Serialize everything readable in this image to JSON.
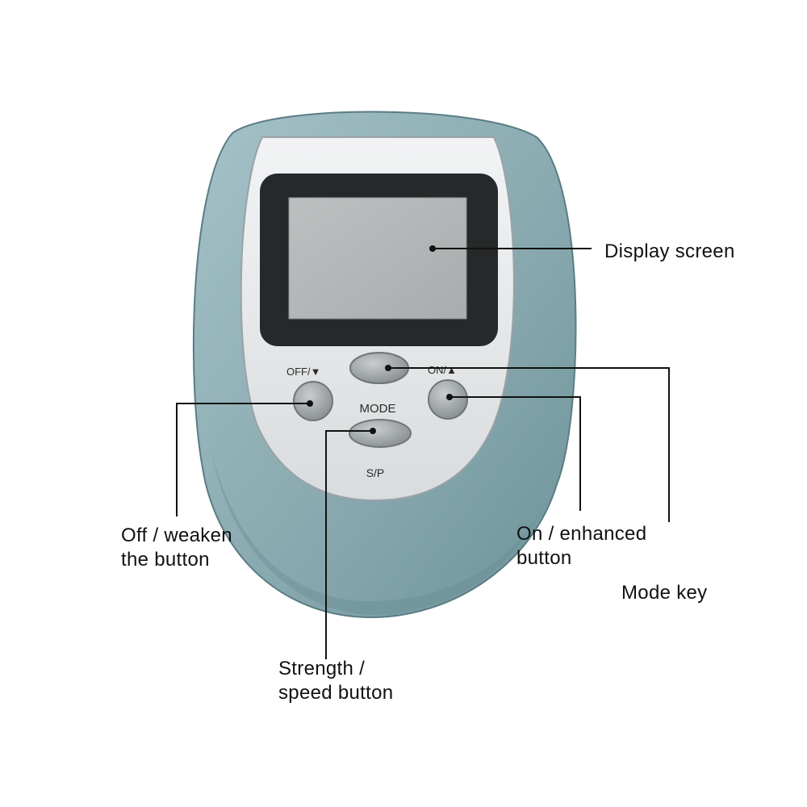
{
  "device": {
    "button_labels": {
      "off": "OFF/▼",
      "on": "ON/▲",
      "mode": "MODE",
      "sp": "S/P"
    }
  },
  "callouts": {
    "display_screen": "Display screen",
    "off_weaken": [
      "Off / weaken",
      "the button"
    ],
    "on_enhanced": [
      "On / enhanced",
      "button"
    ],
    "mode_key": "Mode key",
    "strength_speed": [
      "Strength /",
      "speed button"
    ]
  },
  "colors": {
    "body_teal": "#8fb0b6",
    "body_teal_dark": "#5f868e",
    "faceplate": "#e4e6e8",
    "lcd_bezel": "#262829",
    "lcd_screen": "#b4b7b7",
    "button_gray": "#9ea3a5",
    "leader_line": "#111111"
  }
}
